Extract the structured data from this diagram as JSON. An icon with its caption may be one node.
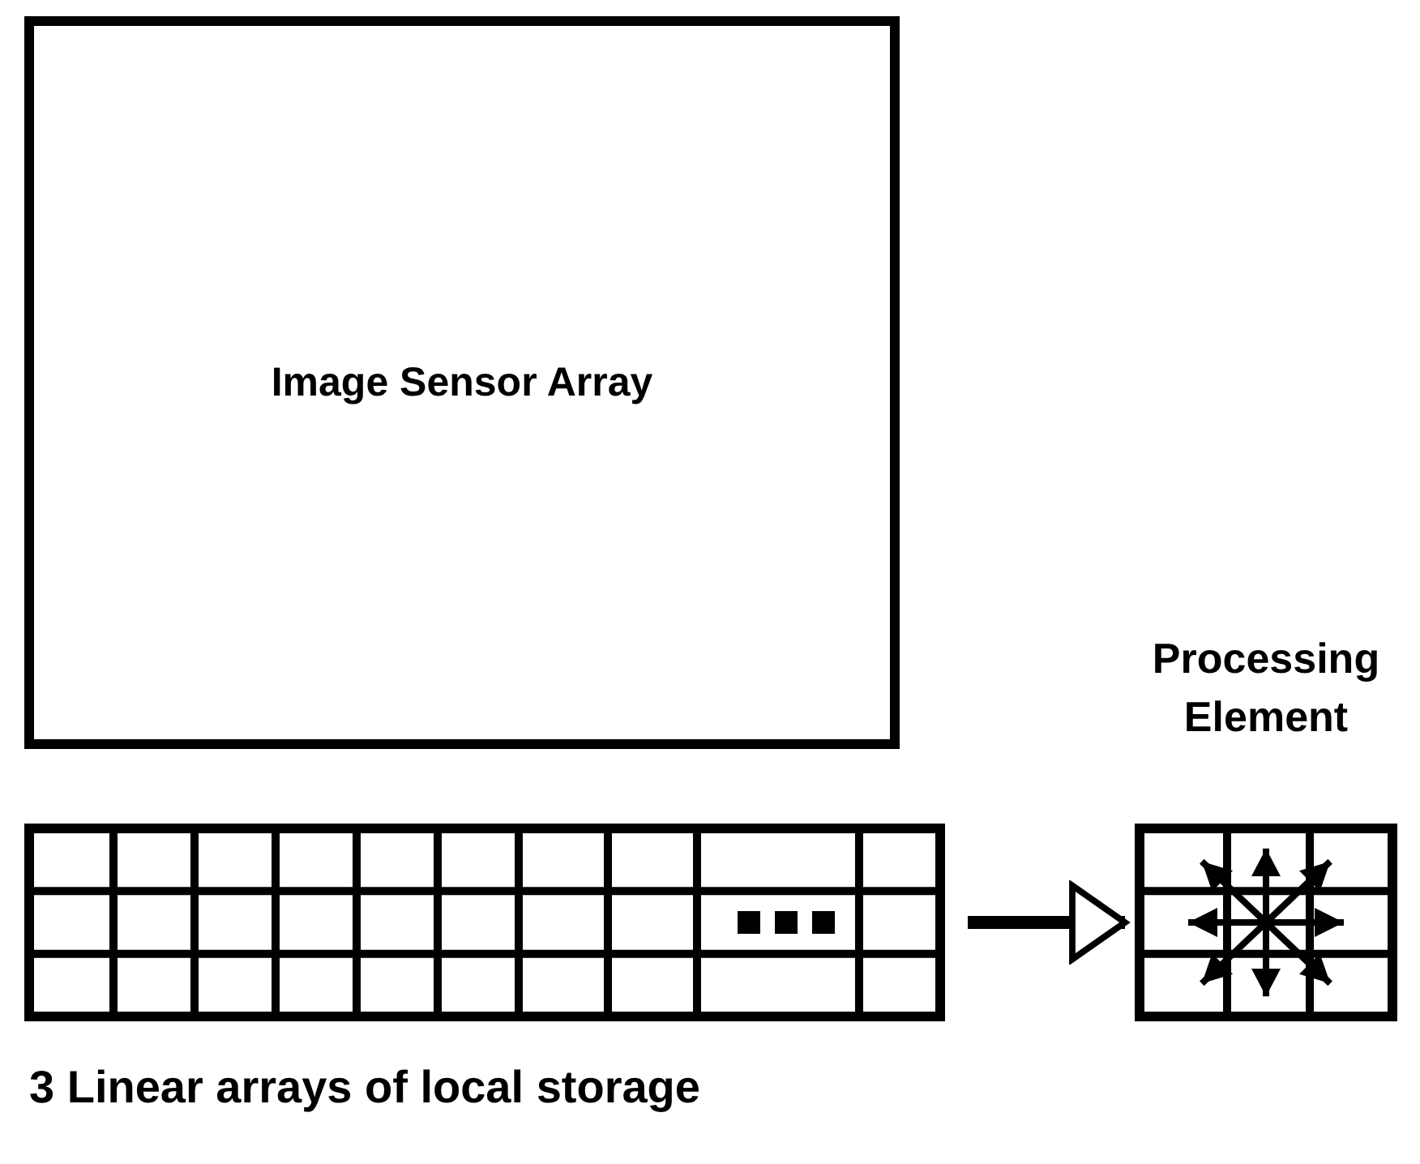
{
  "diagram": {
    "nodes": [
      {
        "text": [
          "Image Sensor Array"
        ]
      },
      {
        "text": [],
        "shape": "box",
        "beside": [
          "3 Linear arrays of local storage"
        ]
      },
      {
        "text": [
          "Processing Element"
        ]
      }
    ],
    "edges": [
      {
        "from": 1,
        "to": 2,
        "arrow": "to"
      }
    ]
  }
}
